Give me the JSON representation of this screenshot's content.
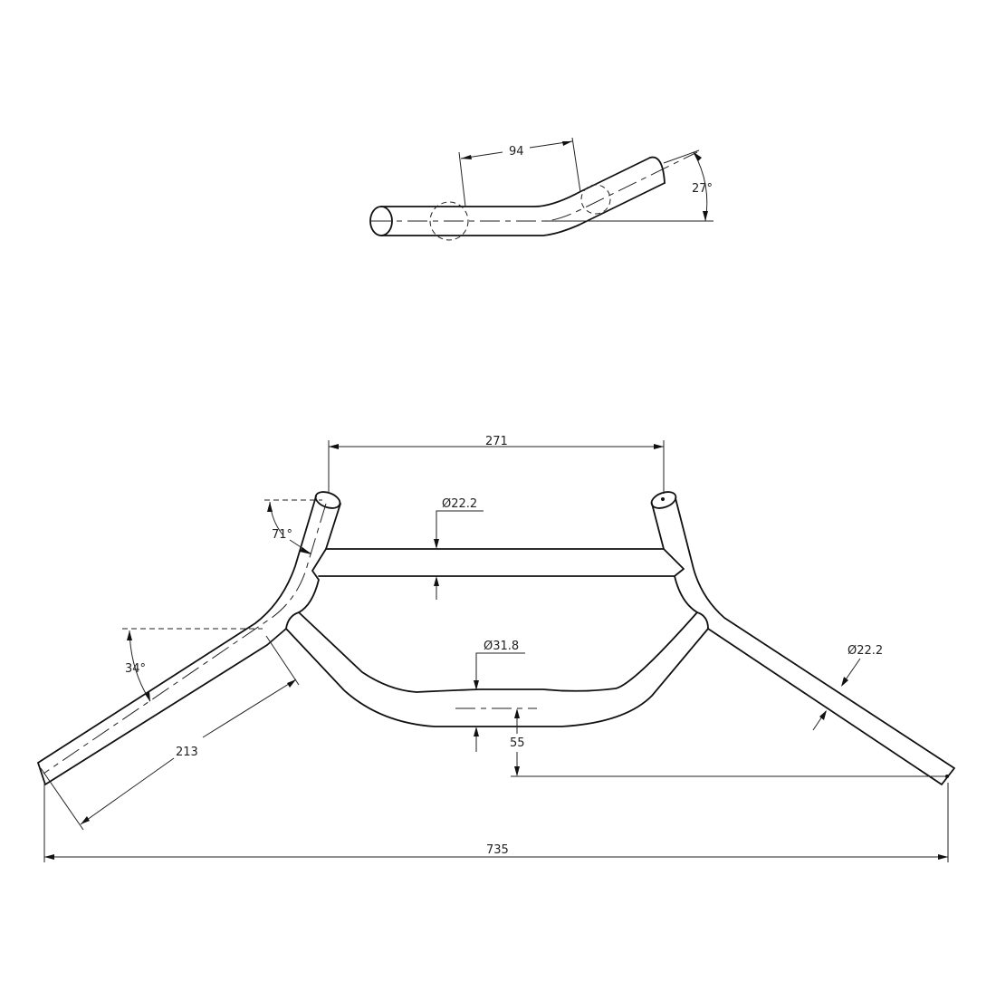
{
  "drawing": {
    "subject": "handlebar technical drawing",
    "line_color": "#111111",
    "background": "#ffffff"
  },
  "side_view": {
    "dims": {
      "bend_distance": "94",
      "rise_angle": "27°"
    }
  },
  "front_view": {
    "dims": {
      "clamp_width": "271",
      "crossbar_diameter": "Ø22.2",
      "center_diameter": "Ø31.8",
      "grip_diameter": "Ø22.2",
      "upper_angle": "71°",
      "sweep_angle": "34°",
      "grip_length": "213",
      "rise": "55",
      "overall_width": "735"
    }
  }
}
